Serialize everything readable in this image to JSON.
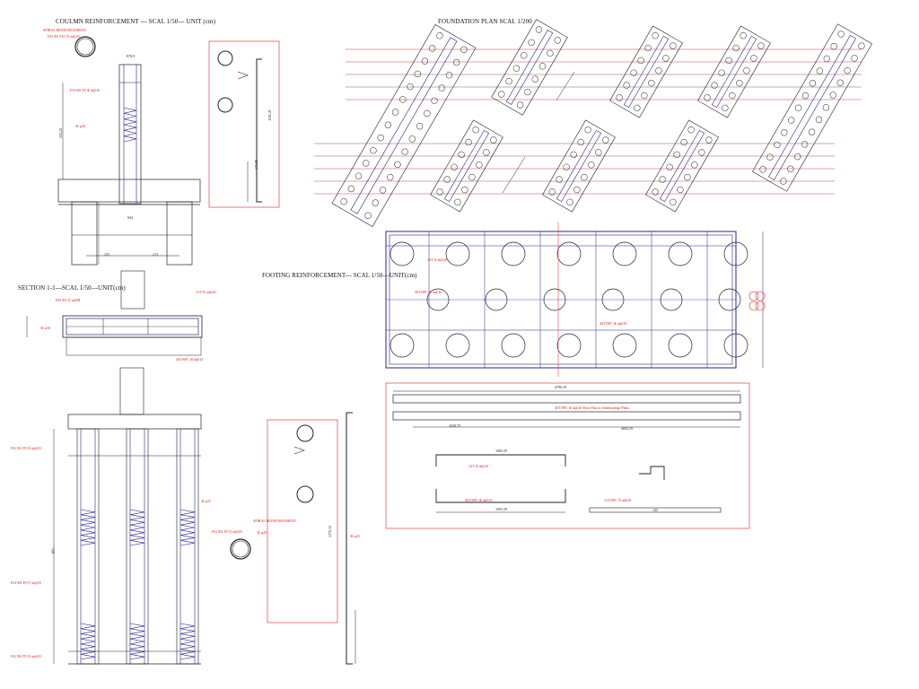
{
  "titles": {
    "column": "COULMN REINFORCEMENT --- SCAL 1/50--- UNIT (cm)",
    "foundation": "FOUNDATION  PLAN    SCAL 1/200",
    "section": "SECTION 1-1---SCAL 1/50---UNIT(cm)",
    "footing": "FOOTING REINFORCEMENT---  SCAL 1/50---UNIT(cm)"
  },
  "colors": {
    "line": "#26268c",
    "annotation": "#e02020",
    "dark": "#222222",
    "grid": "#b84a4a"
  },
  "notes": {
    "column_spiral": "SPIRAL REINFORCEMENT",
    "column_bar": "FACES T10 ⑬ ⌀@20",
    "column_tie": "FACES T8 ⑨ ⌀@20",
    "column_main": "④ φ30",
    "section_top": "FACES ⑪ ⌀20B",
    "section_right": "12T ⑫ ⌀@20",
    "section_left": "④ φ30",
    "section_bottom": "40T/SPC ⑩ ⌀@25",
    "footing_row": "40T/SPC ⑥ ⌀@20",
    "footing_left": "14T ⑤ ⌀@20",
    "bar_detail": "40T/SPC ⑥ ⌀@20  Parts Plan as Subheadings Plans",
    "bar_a": "14T ⑤ ⌀@20",
    "bar_b": "40T/SPC ⑥ ⌀@25",
    "bar_c": "12T/SPC ⑦ ⌀@20",
    "pile_top": "FACES T8 ⑬ ⌀@20",
    "pile_mid": "FACES T8 ⑬ ⌀@20",
    "pile_bot": "FACES T8 ⑬ ⌀@20",
    "pile_main": "⑧ φ25",
    "ring_label": "SPIRAL REINFORCEMENT",
    "ring_a": "FACES T8 ⑬ ⌀@20",
    "ring_b": "⑬ φ25",
    "pile_bar": "⑧ φ25"
  },
  "dims": {
    "col_top": "870,9",
    "col_side": "550,22",
    "col_width": "944",
    "col_base_a": "223",
    "col_base_b": "213",
    "bar_len": "1195,47",
    "bar_short": "170,88",
    "foot_total": "4790,18",
    "foot_a": "1658,79",
    "foot_b": "4004,59",
    "stirrup_top": "1605,59",
    "stirrup_bot": "1605,59",
    "small": "145",
    "pile_len": "1370,12",
    "pile_h": "960"
  }
}
